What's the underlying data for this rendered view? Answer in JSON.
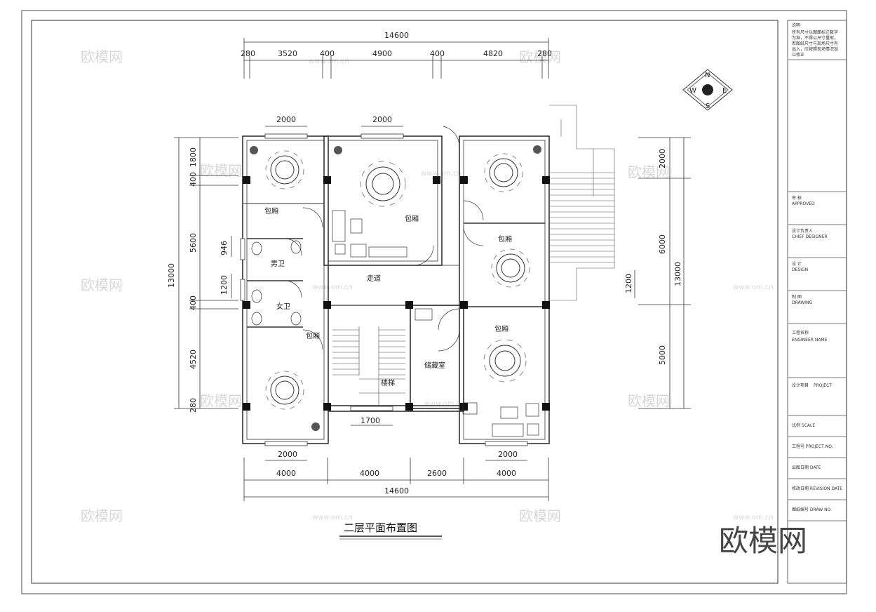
{
  "drawing": {
    "title": "二层平面布置图",
    "overall_width": "14600",
    "overall_depth": "13000",
    "top_dims": [
      "280",
      "3520",
      "400",
      "4900",
      "400",
      "4820",
      "280"
    ],
    "bottom_dims": [
      "4000",
      "4000",
      "2600",
      "4000"
    ],
    "window_dims_top": [
      "2000",
      "2000"
    ],
    "window_dims_bottom": [
      "2000",
      "2000"
    ],
    "stair_window": "1700",
    "left_dims": [
      "1800",
      "400",
      "5600",
      "946",
      "1200",
      "400",
      "4520",
      "280"
    ],
    "right_dims": [
      "2000",
      "6000",
      "1200",
      "5000"
    ]
  },
  "rooms": {
    "private_1": "包厢",
    "private_2": "包厢",
    "private_3": "包厢",
    "private_4": "包厢",
    "private_5": "包厢",
    "mens_wc": "男卫",
    "womens_wc": "女卫",
    "corridor": "走道",
    "stairs": "楼梯",
    "storage": "储藏室"
  },
  "compass": {
    "n": "N",
    "s": "S",
    "e": "E",
    "w": "W"
  },
  "title_block": {
    "notes_head": "说明",
    "notes_body": [
      "所有尺寸以图面标注数字",
      "为准，不得以尺寸量取，",
      "若图纸尺寸与现场尺寸有",
      "出入，应按照现场情况加",
      "以修正"
    ],
    "approved": "审 核",
    "approved_en": "APPROVED",
    "chief": "设计负责人",
    "chief_en": "CHIEF DESIGNER",
    "design": "设 计",
    "design_en": "DESIGN",
    "drawing": "制 图",
    "drawing_en": "DRAWING",
    "project_name": "工程名称",
    "project_name_en": "ENGINEER NAME",
    "project": "设计项目",
    "project_en": "PROJECT",
    "scale": "比例 SCALE",
    "project_no": "工程号 PROJECT NO.",
    "date": "出图日期 DATE",
    "revision": "修改日期 REVISION DATE",
    "drawing_no": "图纸编号 DRAW NO."
  },
  "watermark": {
    "site": "www.om.cn",
    "brand": "欧模网"
  }
}
